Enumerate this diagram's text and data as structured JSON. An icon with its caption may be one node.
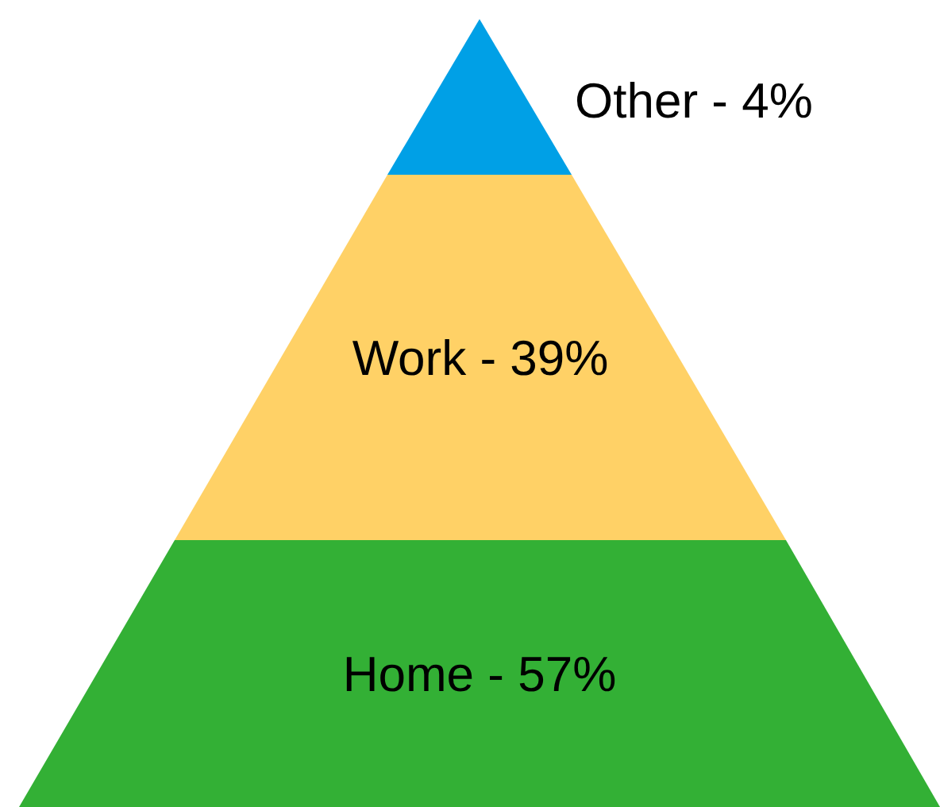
{
  "diagram": {
    "nodes": [
      {
        "text": [],
        "shape": "triangle",
        "beside": [
          "Other - 4%"
        ]
      },
      {
        "text": [
          "Work - 39%"
        ]
      },
      {
        "text": [
          "Home - 57%"
        ]
      }
    ]
  }
}
